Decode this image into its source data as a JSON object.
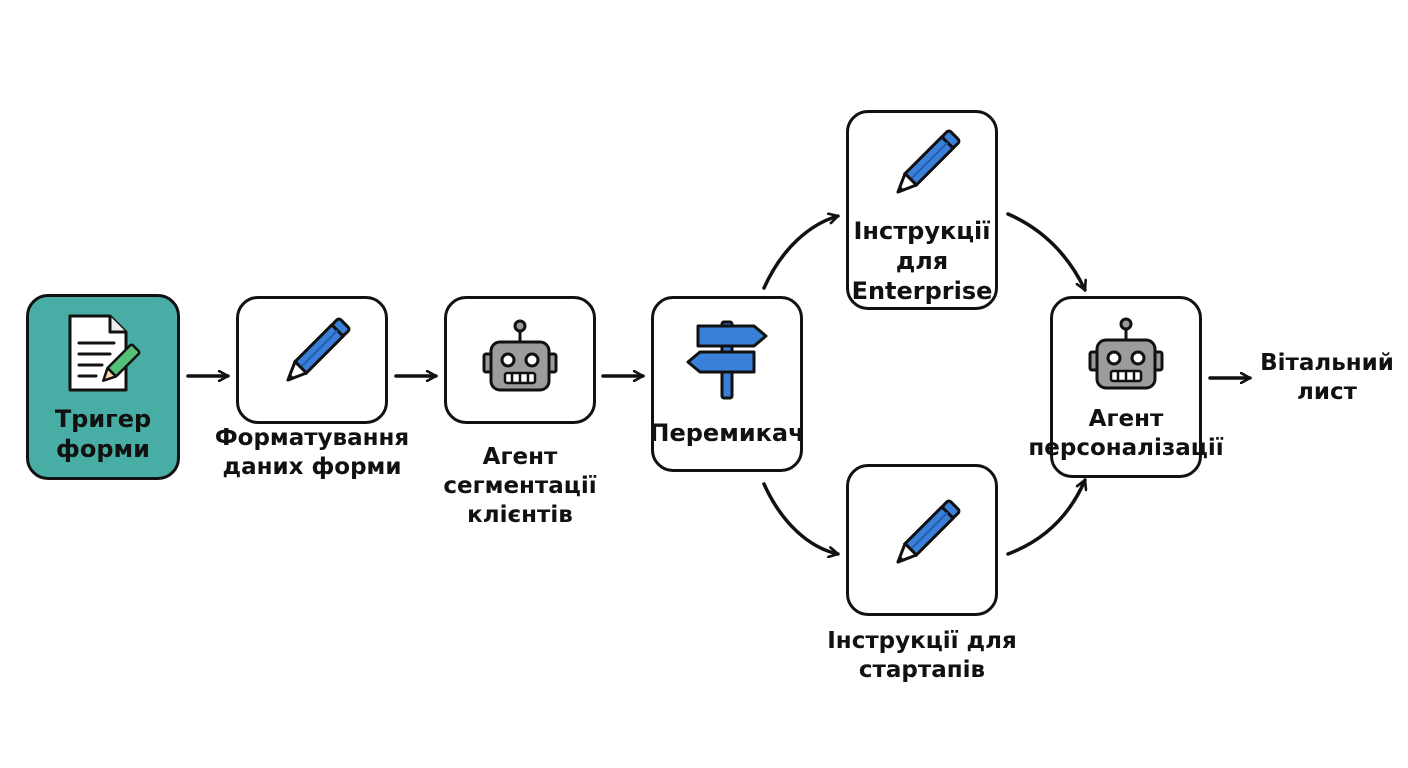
{
  "colors": {
    "accent_teal": "#48ada4",
    "icon_blue": "#3a7fd8",
    "robot_gray": "#9c9c9c",
    "stroke": "#111111"
  },
  "nodes": {
    "form_trigger": {
      "label": "Тригер\nформи",
      "icon": "document-pencil-icon"
    },
    "format_data": {
      "label": "Форматування\nданих форми",
      "icon": "pencil-icon"
    },
    "segmentation_agent": {
      "label": "Агент\nсегментації\nклієнтів",
      "icon": "robot-icon"
    },
    "switch": {
      "label": "Перемикач",
      "icon": "signpost-icon"
    },
    "enterprise_instructions": {
      "label": "Інструкції\nдля\nEnterprise",
      "icon": "pencil-icon"
    },
    "startup_instructions": {
      "label": "Інструкції для\nстартапів",
      "icon": "pencil-icon"
    },
    "personalization_agent": {
      "label": "Агент\nперсоналізації",
      "icon": "robot-icon"
    },
    "welcome_letter": {
      "label": "Вітальний\nлист"
    }
  }
}
